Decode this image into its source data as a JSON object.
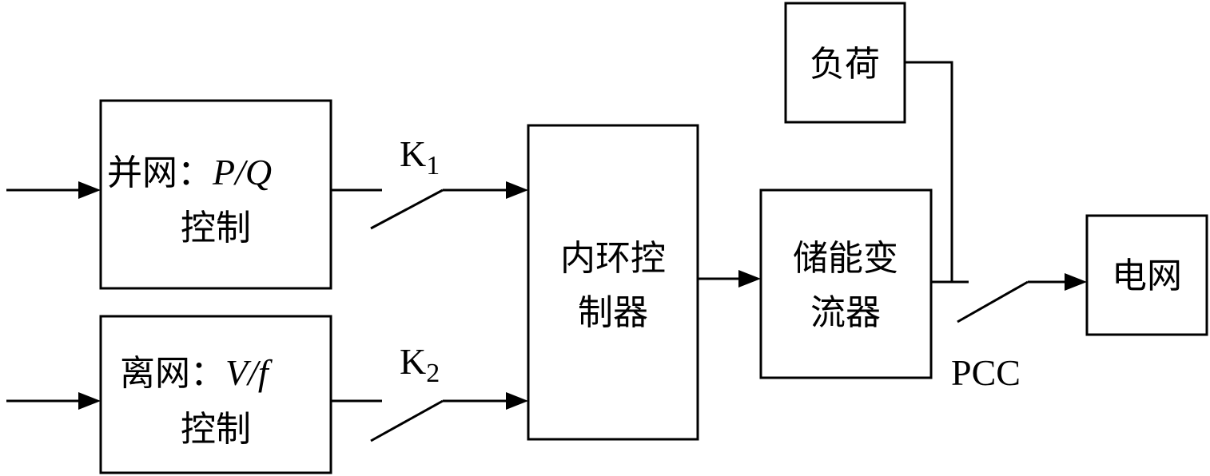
{
  "blocks": {
    "grid_pq": {
      "line1_prefix": "并网：",
      "line1_var": "P/Q",
      "line2": "控制"
    },
    "island_vf": {
      "line1_prefix": "离网：",
      "line1_var": "V/f",
      "line2": "控制"
    },
    "inner_loop": {
      "line1": "内环控",
      "line2": "制器"
    },
    "converter": {
      "line1": "储能变",
      "line2": "流器"
    },
    "load": {
      "label": "负荷"
    },
    "grid": {
      "label": "电网"
    }
  },
  "switches": {
    "k1": {
      "letter": "K",
      "subscript": "1"
    },
    "k2": {
      "letter": "K",
      "subscript": "2"
    },
    "pcc": {
      "label": "PCC"
    }
  }
}
